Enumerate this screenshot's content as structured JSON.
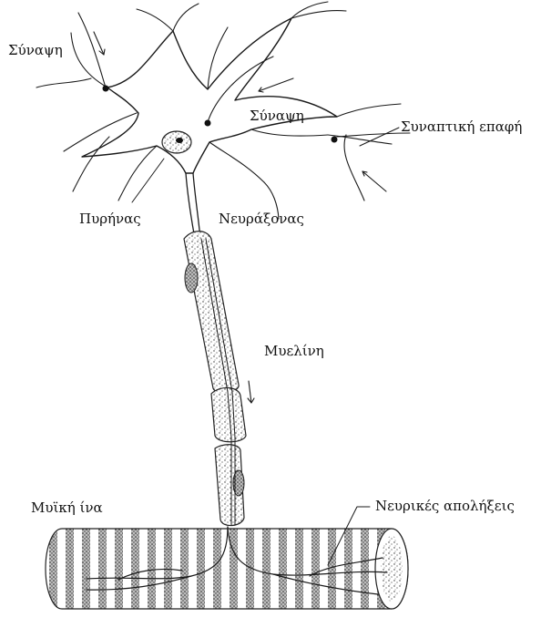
{
  "labels": {
    "synapse_left": "Σύναψη",
    "synapse_right": "Σύναψη",
    "synaptic_contact": "Συναπτική επαφή",
    "nucleus": "Πυρήνας",
    "axon": "Νευράξονας",
    "myelin": "Μυελίνη",
    "muscle_fiber": "Μυϊκή ίνα",
    "nerve_endings": "Νευρικές απολήξεις"
  }
}
